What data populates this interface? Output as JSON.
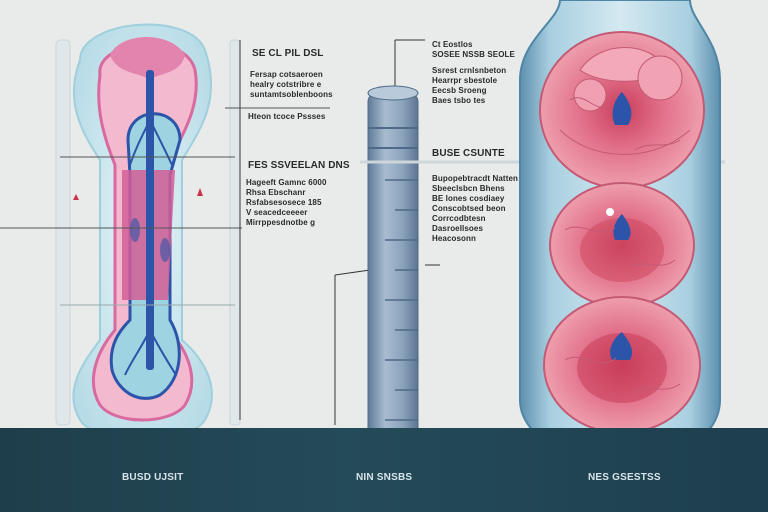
{
  "labels": {
    "bone_head": "SE CL PIL DSL",
    "bone_desc": "Fersap cotsaeroen\nhealry cotstribre e\nsuntamtsoblenboons",
    "bone_note": "Hteon tcoce Pssses",
    "mid_head": "FES SSVEELAN DNS",
    "mid_desc": "Hageeft Gamnc 6000\nRhsa Ebschanr\nRsfabsesosece 185\nV seacedceeeer\nMirrppesdnotbe g",
    "tube_head": "Ct Eostlos\nSOSEE NSSB SEOLE",
    "tube_desc": "Ssrest crnlsnbeton\nHearrpr sbestole\nEecsb Sroeng\nBaes tsbo tes",
    "right_head": "BUSE CSUNTE",
    "right_desc": "Bupopebtracdt Natten\nSbeeclsbcn Bhens\nBE lones cosdiaey\nConscobtsed beon\nCorrcodbtesn\nDasroellsoes\nHeacosonn"
  },
  "captions": {
    "left": "BUSD UJSIT",
    "middle": "NIN SNSBS",
    "right": "NES GSESTSS"
  },
  "colors": {
    "bone_halo": "#bfe2ec",
    "bone_pink": "#d96aa0",
    "bone_blue": "#2c54a8",
    "tube": "#8ea6bf",
    "tissue": "#e8708c",
    "floor": "#234552"
  }
}
